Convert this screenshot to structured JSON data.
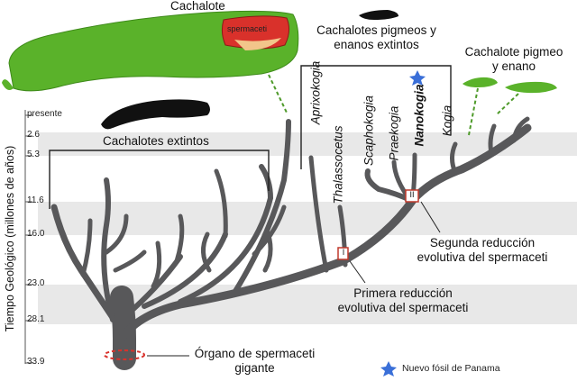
{
  "axis": {
    "title": "Tiempo Geológico (millones de años)",
    "ticks": [
      "presente",
      "2.6",
      "5.3",
      "11.6",
      "16.0",
      "23.0",
      "28.1",
      "33.9"
    ]
  },
  "labels": {
    "cachalote": "Cachalote",
    "spermaceti_in_head": "spermaceti",
    "pygmy_extinct_line1": "Cachalotes pigmeos y",
    "pygmy_extinct_line2": "enanos extintos",
    "pygmy_living_line1": "Cachalote pigmeo",
    "pygmy_living_line2": "y enano",
    "extinct": "Cachalotes extintos",
    "organ_line1": "Órgano de spermaceti",
    "organ_line2": "gigante",
    "first_line1": "Primera reducción",
    "first_line2": "evolutiva del spermaceti",
    "second_line1": "Segunda reducción",
    "second_line2": "evolutiva del spermaceti",
    "legend": "Nuevo fósil de Panama"
  },
  "genera": {
    "aprixokogia": "Aprixokogia",
    "thalassocetus": "Thalassocetus",
    "scaphokogia": "Scaphokogia",
    "praekogia": "Praekogia",
    "nanokogia": "Nanokogia",
    "kogia": "Kogia"
  },
  "markers": {
    "first": "I",
    "second": "II"
  },
  "colors": {
    "tree": "#58585a",
    "band": "#e8e8e8",
    "sperm_whale": "#5ab22a",
    "spermaceti_fill": "#d9312b",
    "star": "#3a6fd8",
    "connector": "#4e9a2a"
  }
}
